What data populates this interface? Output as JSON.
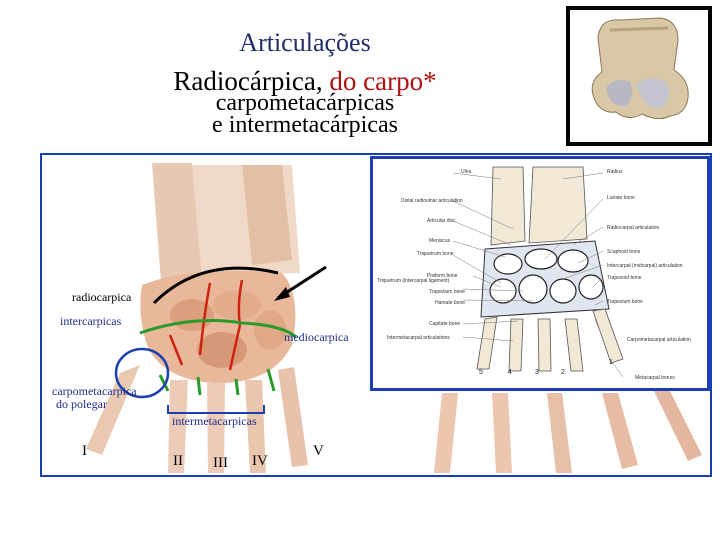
{
  "title": {
    "line1": "Articulações",
    "line2_a": "Radiocárpica, ",
    "line2_b": "do carpo*",
    "line3": "carpometacárpicas",
    "line4": "e intermetacárpicas"
  },
  "labels": {
    "radiocarpica": "radiocarpica",
    "intercarpicas": "intercarpicas",
    "mediocarpica": "mediocarpica",
    "carpometacarpica": "carpometacarpica",
    "do_polegar": "do polegar",
    "intermetacarpicas": "intermetacarpicas"
  },
  "metacarpal_numbers": [
    "I",
    "II",
    "III",
    "IV",
    "V"
  ],
  "diagram": {
    "labels_left": [
      "Ulna",
      "Distal radioulnar articulation",
      "Articular disc",
      "Meniscus",
      "Triquetrum bone",
      "Pisiform bone",
      "Triquetrum (intercarpal ligament)",
      "Trapezium bone",
      "Hamate bone",
      "Capitate bone",
      "Intermetacarpal articulations"
    ],
    "labels_right": [
      "Radius",
      "Lunate bone",
      "Radiocarpal articulation",
      "Scaphoid bone",
      "Intercarpal (midcarpal) articulation",
      "Trapezoid bone",
      "Trapezium bone",
      "Carpometacarpal articulation",
      "Metacarpal bones"
    ],
    "numbers": [
      "5",
      "4",
      "3",
      "2",
      "1"
    ]
  },
  "colors": {
    "title_blue": "#1f2d6b",
    "red": "#b01010",
    "frame_blue": "#1a3fb0",
    "joint_red": "#d02010",
    "joint_green": "#2a9a2a"
  }
}
